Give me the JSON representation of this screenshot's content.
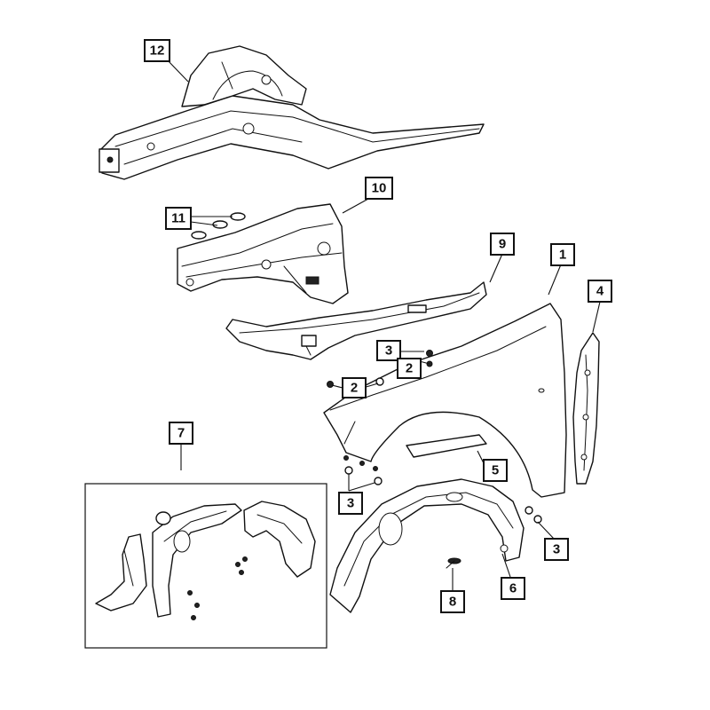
{
  "callouts": {
    "c1": "1",
    "c2a": "2",
    "c2b": "2",
    "c3a": "3",
    "c3b": "3",
    "c3c": "3",
    "c4": "4",
    "c5": "5",
    "c6": "6",
    "c7": "7",
    "c8": "8",
    "c9": "9",
    "c10": "10",
    "c11": "11",
    "c12": "12"
  }
}
